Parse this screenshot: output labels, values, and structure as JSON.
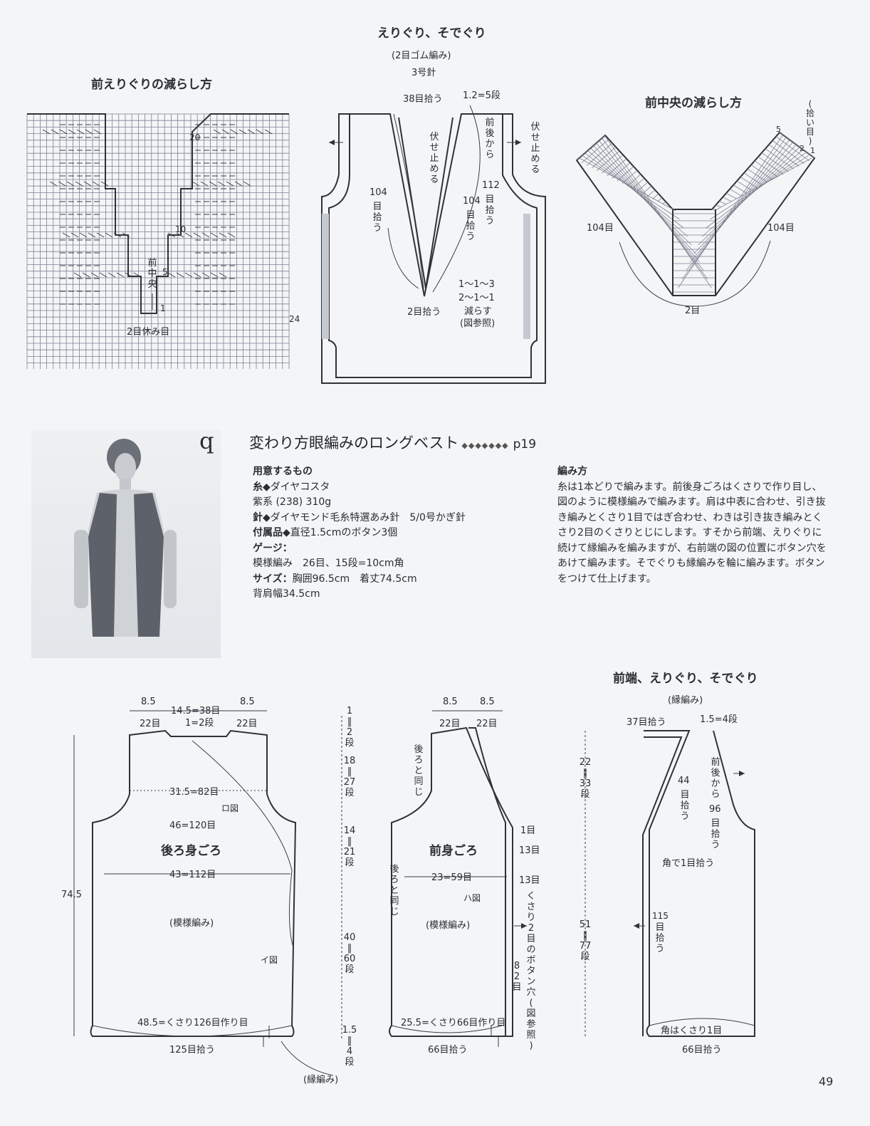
{
  "diagrams": {
    "neck_decrease": {
      "title": "前えりぐりの減らし方",
      "row_20": "20",
      "row_10": "10",
      "row_5": "5",
      "row_1": "1",
      "row_24": "24",
      "center_label": "前中央",
      "rest_label": "2目休み目"
    },
    "neck_armhole_top": {
      "title": "えりぐり、そでぐり",
      "subtitle": "(2目ゴム編み)",
      "needle": "3号針",
      "pick_38": "38目拾う",
      "rows_1_2_5": "1.2=5段",
      "bind_off_left": "伏せ止める",
      "bind_off_right": "伏せ止める",
      "front_back": "前後から",
      "pick_112": "112",
      "pick_112b": "目拾う",
      "pick_104": "104",
      "pick_104b": "目拾う",
      "pick_104_inner": "104",
      "pick_104_innerb": "目拾う",
      "dec_1": "1〜1〜3",
      "dec_2": "2〜1〜1",
      "dec_3": "減らす",
      "dec_ref": "(図参照)",
      "pick_2": "2目拾う"
    },
    "center_decrease": {
      "title": "前中央の減らし方",
      "pick_label": "(拾い目)",
      "n5": "5",
      "n2": "2",
      "n1": "1",
      "left_104": "104目",
      "right_104": "104目",
      "bottom_2": "2目"
    }
  },
  "pattern": {
    "letter": "q",
    "title": "変わり方眼編みのロングベスト",
    "dots": "◆◆◆◆◆◆◆",
    "page_ref": "p19",
    "materials": {
      "heading": "用意するもの",
      "yarn_label": "糸",
      "yarn": "ダイヤコスタ",
      "color": "紫系 (238) 310g",
      "needle_label": "針",
      "needle": "ダイヤモンド毛糸特選あみ針　5/0号かぎ針",
      "notion_label": "付属品",
      "notion": "直径1.5cmのボタン3個",
      "gauge_label": "ゲージ：",
      "gauge": "模様編み　26目、15段=10cm角",
      "size_label": "サイズ：",
      "size": "胸囲96.5cm　着丈74.5cm",
      "size2": "背肩幅34.5cm",
      "sep": "◆"
    },
    "method": {
      "heading": "編み方",
      "text": "糸は1本どりで編みます。前後身ごろはくさりで作り目し、図のように模様編みで編みます。肩は中表に合わせ、引き抜き編みとくさり1目ではぎ合わせ、わきは引き抜き編みとくさり2目のくさりとじにします。すそから前端、えりぐりに続けて縁編みを編みますが、右前端の図の位置にボタン穴をあけて編みます。そでぐりも縁編みを輪に編みます。ボタンをつけて仕上げます。"
    }
  },
  "bottom": {
    "back": {
      "top_85a": "8.5",
      "top_145": "14.5=38目",
      "top_85b": "8.5",
      "top_22a": "22目",
      "top_12": "1=2段",
      "top_22b": "22目",
      "w_315": "31.5=82目",
      "ref_ro": "ロ図",
      "w_46": "46=120目",
      "name": "後ろ身ごろ",
      "w_43": "43=112目",
      "pattern": "(模様編み)",
      "ref_i": "イ図",
      "h_745": "74.5",
      "w_485": "48.5=くさり126目作り目",
      "pick_125": "125目拾う",
      "edge": "(縁編み)"
    },
    "mid_scale": {
      "s1": "1",
      "s1b": "2",
      "s1c": "段",
      "s18": "18",
      "s18b": "27",
      "s18c": "段",
      "s14": "14",
      "s14b": "21",
      "s14c": "段",
      "s40": "40",
      "s40b": "60",
      "s40c": "段",
      "s15": "1.5",
      "s15b": "4",
      "s15c": "段"
    },
    "front": {
      "top_85a": "8.5",
      "top_85b": "8.5",
      "top_22a": "22目",
      "top_22b": "22目",
      "same_back_1": "後ろと同じ",
      "name": "前身ごろ",
      "w_23": "23=59目",
      "ref_ha": "ハ図",
      "same_back_2": "後ろと同じ",
      "pattern": "(模様編み)",
      "m1": "1目",
      "m13a": "13目",
      "m13b": "13目",
      "buttonhole": "くさり2目のボタン穴(図参照)",
      "n82": "82目",
      "w_255": "25.5=くさり66目作り目",
      "pick_66": "66目拾う"
    },
    "edge": {
      "title": "前端、えりぐり、そでぐり",
      "subtitle": "(縁編み)",
      "pick_37": "37目拾う",
      "rows_15": "1.5=4段",
      "s22": "22",
      "s22b": "33",
      "s22c": "段",
      "s51": "51",
      "s51b": "77",
      "s51c": "段",
      "pick_44": "44",
      "pick_44b": "目拾う",
      "front_back": "前後から",
      "pick_96": "96",
      "pick_96b": "目拾う",
      "corner_1": "角で1目拾う",
      "pick_115": "115",
      "pick_115b": "目拾う",
      "corner_2": "角はくさり1目",
      "pick_66": "66目拾う",
      "page_no": "49"
    }
  }
}
